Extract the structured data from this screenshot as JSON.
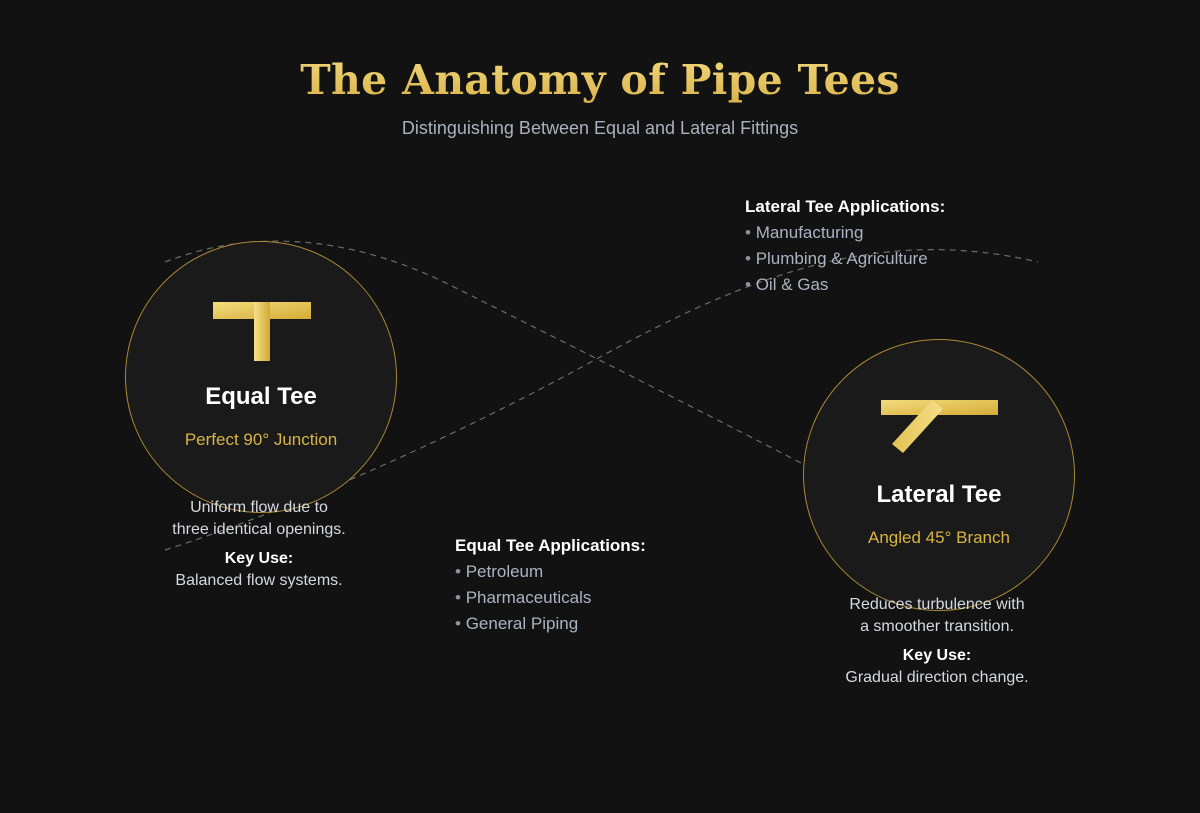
{
  "header": {
    "title": "The Anatomy of Pipe Tees",
    "subtitle": "Distinguishing Between Equal and Lateral Fittings"
  },
  "colors": {
    "background": "#121212",
    "circle_fill": "#1a1a1a",
    "gold": "#d9b443",
    "title_gold": "#e3c158",
    "muted_text": "#aab3c2",
    "dashed_line": "#6b6b6b"
  },
  "equal_tee": {
    "icon": "equal-tee-icon",
    "name": "Equal Tee",
    "subtitle": "Perfect 90° Junction",
    "description_line1": "Uniform flow due to",
    "description_line2": "three identical openings.",
    "key_use_label": "Key Use:",
    "key_use": "Balanced flow systems.",
    "applications_title": "Equal Tee Applications:",
    "applications": [
      "Petroleum",
      "Pharmaceuticals",
      "General Piping"
    ]
  },
  "lateral_tee": {
    "icon": "lateral-tee-icon",
    "name": "Lateral Tee",
    "subtitle": "Angled 45° Branch",
    "description_line1": "Reduces turbulence with",
    "description_line2": "a smoother transition.",
    "key_use_label": "Key Use:",
    "key_use": "Gradual direction change.",
    "applications_title": "Lateral Tee Applications:",
    "applications": [
      "Manufacturing",
      "Plumbing & Agriculture",
      "Oil & Gas"
    ]
  }
}
